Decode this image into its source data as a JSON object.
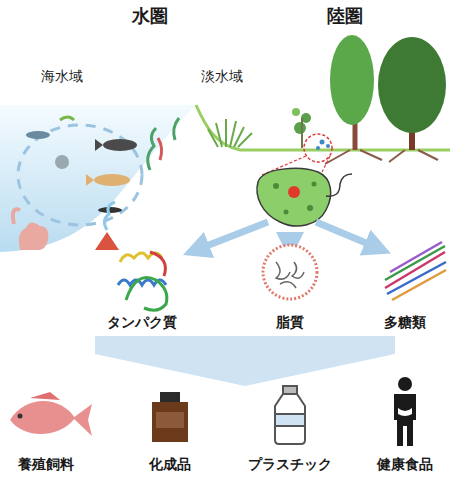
{
  "diagram": {
    "labels": [
      "水圏",
      "陸圏",
      "海水域",
      "淡水域",
      "タンパク質",
      "脂質",
      "多糖類",
      "養殖飼料",
      "化成品",
      "プラスチック",
      "健康食品"
    ]
  }
}
